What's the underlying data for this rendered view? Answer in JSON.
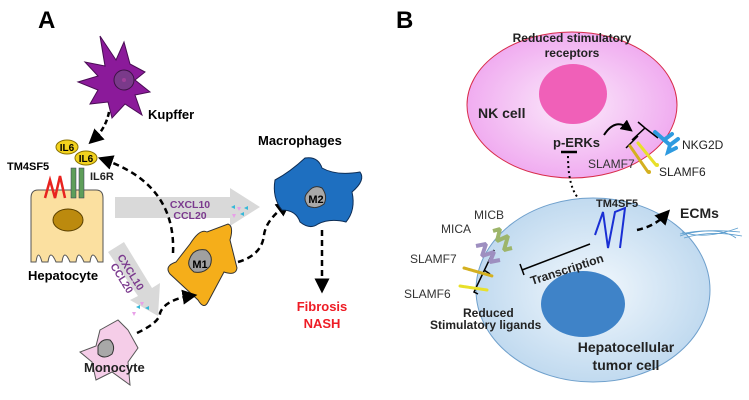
{
  "panel_a": {
    "letter": "A",
    "kupffer": "Kupffer",
    "il6_1": "IL6",
    "il6_2": "IL6",
    "tm4sf5": "TM4SF5",
    "il6r": "IL6R",
    "hepatocyte": "Hepatocyte",
    "chemokine_1": "CXCL10",
    "chemokine_2": "CCL20",
    "m1": "M1",
    "m2": "M2",
    "macrophages": "Macrophages",
    "monocyte": "Monocyte",
    "outcome_1": "Fibrosis",
    "outcome_2": "NASH"
  },
  "panel_b": {
    "letter": "B",
    "reduced_receptors_1": "Reduced stimulatory",
    "reduced_receptors_2": "receptors",
    "nk_cell": "NK cell",
    "p_erks": "p-ERKs",
    "nkg2d": "NKG2D",
    "slamf7_nk": "SLAMF7",
    "slamf6_nk": "SLAMF6",
    "tm4sf5": "TM4SF5",
    "ecms": "ECMs",
    "micb": "MICB",
    "mica": "MICA",
    "slamf7": "SLAMF7",
    "slamf6": "SLAMF6",
    "transcription": "Transcription",
    "reduced_ligands_1": "Reduced",
    "reduced_ligands_2": "Stimulatory  ligands",
    "tumor_1": "Hepatocellular",
    "tumor_2": "tumor cell"
  },
  "colors": {
    "kupffer": "#8B1A9A",
    "hepatocyte": "#FBE0A0",
    "m1": "#F5AE1A",
    "m2": "#1E6FC0",
    "monocyte": "#F5CDE8",
    "chemokine_text": "#7B3A8E",
    "outcome_text": "#EE1C25",
    "nk_cell": "#F0B0F0",
    "tumor_cell": "#C9E0F2",
    "tm4sf5_red": "#E8231F",
    "tm4sf5_blue": "#1A2FD4"
  }
}
